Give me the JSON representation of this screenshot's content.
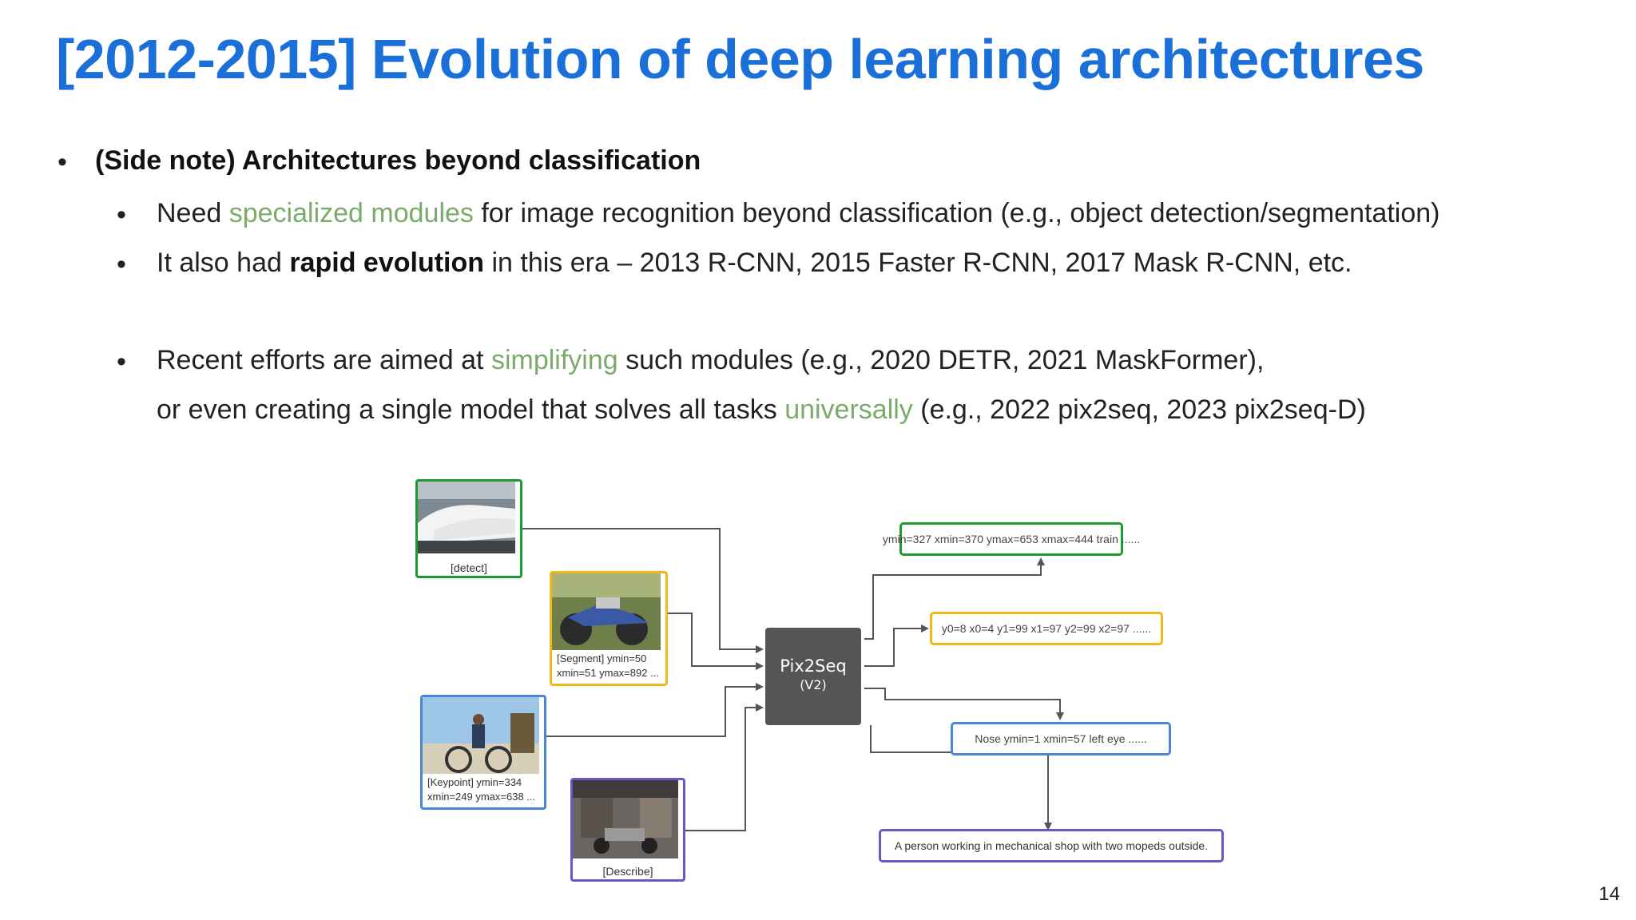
{
  "slide": {
    "title": "[2012-2015] Evolution of deep learning architectures",
    "page_number": "14"
  },
  "bullets": {
    "b1": "(Side note) Architectures beyond classification",
    "b2": {
      "pre": "Need ",
      "green": "specialized modules",
      "post": " for image recognition beyond classification (e.g., object detection/segmentation)"
    },
    "b3": {
      "pre": "It also had ",
      "bold": "rapid evolution",
      "post": " in this era – 2013 R-CNN, 2015 Faster R-CNN, 2017 Mask R-CNN, etc."
    },
    "b4": {
      "pre": "Recent efforts are aimed at ",
      "green": "simplifying",
      "post": " such modules (e.g., 2020 DETR, 2021 MaskFormer),"
    },
    "b5": {
      "pre": "or even creating a single model that solves all tasks ",
      "green": "universally",
      "post": " (e.g., 2022 pix2seq, 2023 pix2seq-D)"
    }
  },
  "figure": {
    "model_name": "Pix2Seq",
    "model_version": "(V2)",
    "inputs": {
      "detect": "[detect]",
      "segment": {
        "line1": "[Segment] ymin=50",
        "line2": "xmin=51  ymax=892 ..."
      },
      "keypoint": {
        "line1": "[Keypoint] ymin=334",
        "line2": "xmin=249 ymax=638 ..."
      },
      "describe": "[Describe]"
    },
    "outputs": {
      "detect": "ymin=327 xmin=370 ymax=653 xmax=444 train ......",
      "segment": "y0=8 x0=4 y1=99 x1=97 y2=99 x2=97  ......",
      "keypoint": "Nose ymin=1 xmin=57 left eye ......",
      "describe": "A person working in mechanical shop with two mopeds outside."
    },
    "colors": {
      "detect": "#1e9a2e",
      "segment": "#f2b81a",
      "keypoint": "#4a86d8",
      "describe": "#6a56c8"
    }
  }
}
